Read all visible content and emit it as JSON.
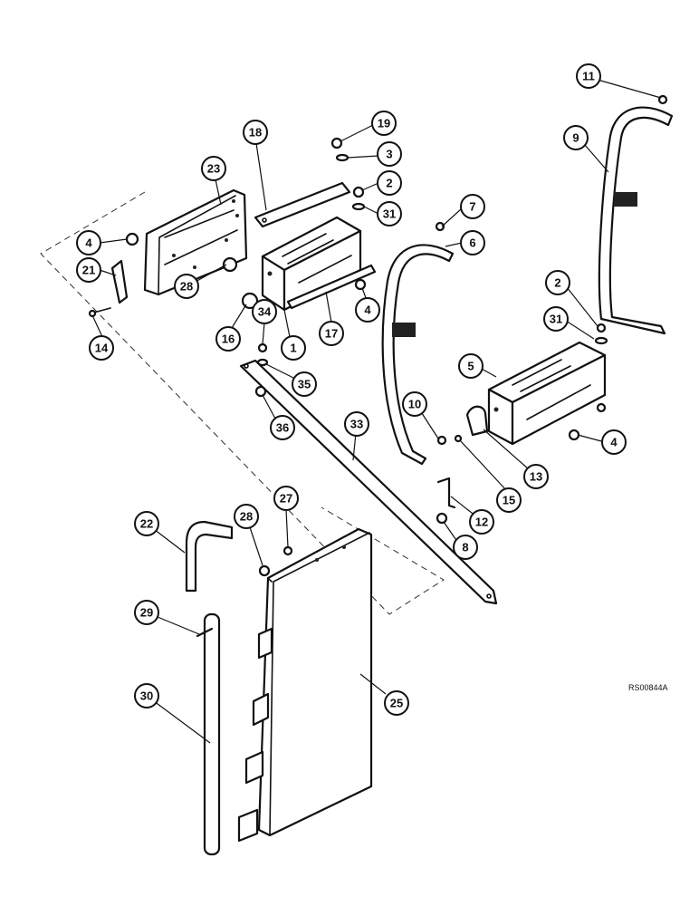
{
  "diagram_ref": "RS00844A",
  "callouts": [
    "11",
    "9",
    "19",
    "3",
    "18",
    "2",
    "23",
    "31",
    "7",
    "6",
    "4",
    "21",
    "28",
    "16",
    "34",
    "1",
    "17",
    "4",
    "2",
    "31",
    "14",
    "35",
    "36",
    "5",
    "10",
    "33",
    "4",
    "13",
    "15",
    "12",
    "27",
    "22",
    "28",
    "8",
    "29",
    "25",
    "30"
  ]
}
